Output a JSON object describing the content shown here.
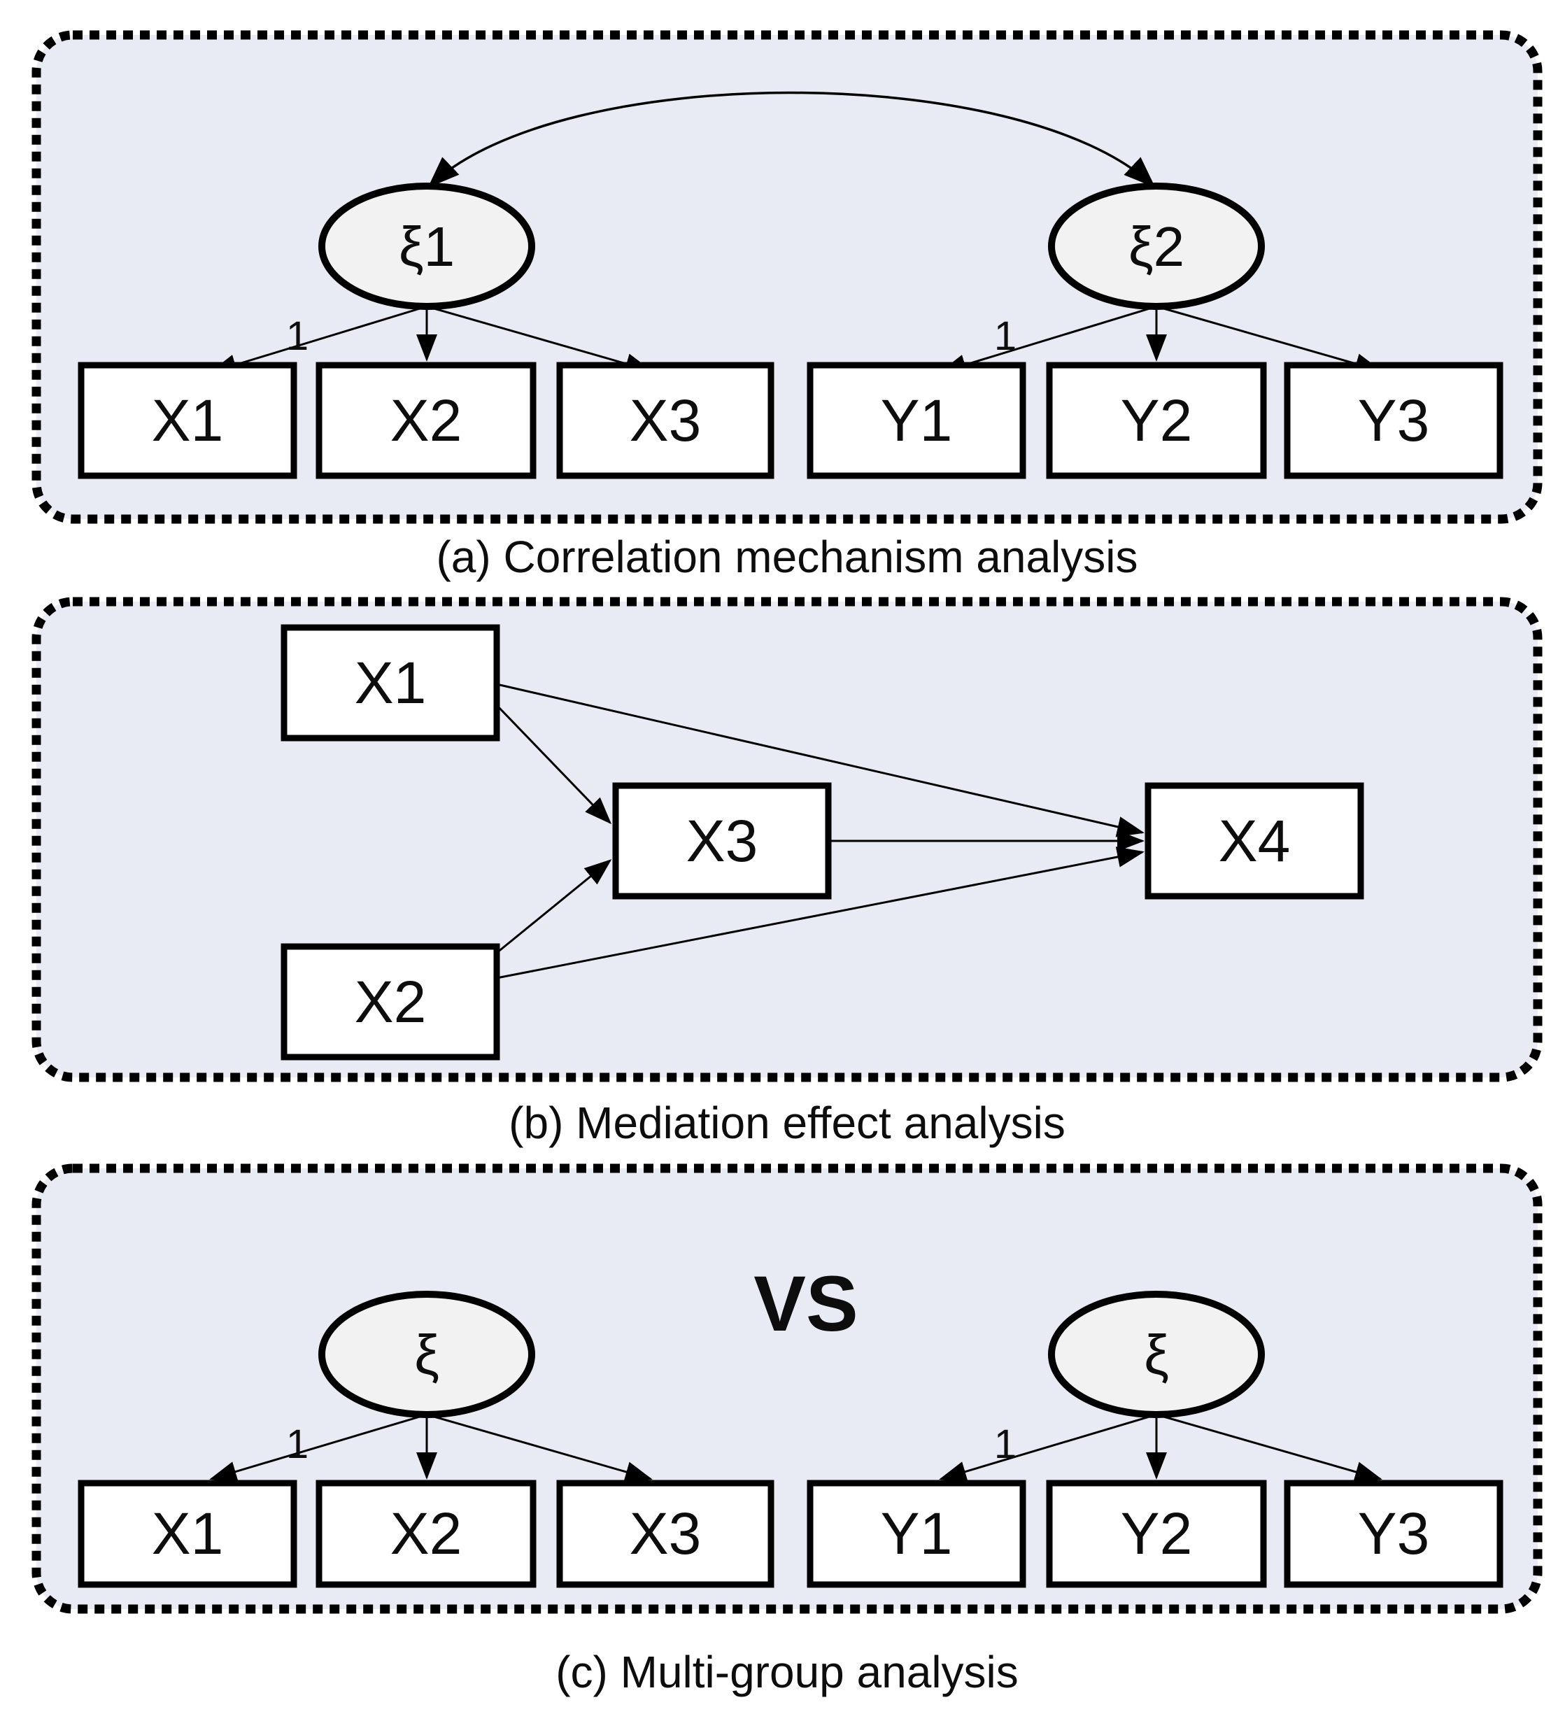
{
  "figure": {
    "panel_a": {
      "caption": "(a) Correlation mechanism analysis",
      "latent_left": {
        "label": "ξ1",
        "loading": "1"
      },
      "latent_right": {
        "label": "ξ2",
        "loading": "1"
      },
      "indicators_left": [
        "X1",
        "X2",
        "X3"
      ],
      "indicators_right": [
        "Y1",
        "Y2",
        "Y3"
      ]
    },
    "panel_b": {
      "caption": "(b) Mediation effect analysis",
      "predictor1": "X1",
      "predictor2": "X2",
      "mediator": "X3",
      "outcome": "X4"
    },
    "panel_c": {
      "caption": "(c) Multi-group analysis",
      "vs": "VS",
      "group_left": {
        "latent": "ξ",
        "loading": "1",
        "indicators": [
          "X1",
          "X2",
          "X3"
        ]
      },
      "group_right": {
        "latent": "ξ",
        "loading": "1",
        "indicators": [
          "Y1",
          "Y2",
          "Y3"
        ]
      }
    },
    "colors": {
      "panel_fill": "#e8ebf4",
      "latent_fill": "#f2f2f2",
      "box_fill": "#ffffff",
      "line": "#000000"
    }
  }
}
